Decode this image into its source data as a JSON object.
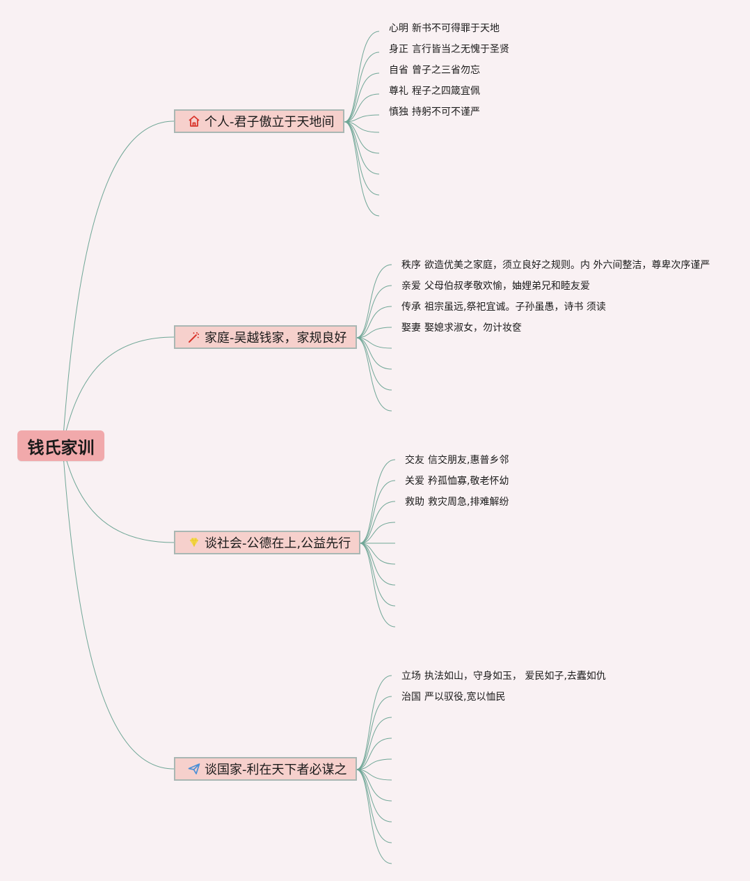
{
  "root": {
    "label": "钱氏家训"
  },
  "branches": [
    {
      "label": "个人-君子傲立于天地间",
      "icon": "house-icon",
      "leaves": [
        {
          "key": "心明",
          "text": "新书不可得罪于天地"
        },
        {
          "key": "身正",
          "text": "言行皆当之无愧于圣贤"
        },
        {
          "key": "自省",
          "text": "曾子之三省勿忘"
        },
        {
          "key": "尊礼",
          "text": "程子之四箴宜佩"
        },
        {
          "key": "慎独",
          "text": "持躬不可不谨严"
        }
      ]
    },
    {
      "label": "家庭-吴越钱家，家规良好",
      "icon": "magic-wand-icon",
      "leaves": [
        {
          "key": "秩序",
          "text": "欲造优美之家庭，须立良好之规则。内 外六间整洁，尊卑次序谨严"
        },
        {
          "key": "亲爱",
          "text": "父母伯叔孝敬欢愉，妯娌弟兄和睦友爱"
        },
        {
          "key": "传承",
          "text": "祖宗虽远,祭祀宜诚。子孙虽愚，诗书 须读"
        },
        {
          "key": "娶妻",
          "text": "娶媳求淑女，勿计妆奁"
        }
      ]
    },
    {
      "label": "谈社会-公德在上,公益先行",
      "icon": "diamond-icon",
      "leaves": [
        {
          "key": "交友",
          "text": "信交朋友,惠普乡邻"
        },
        {
          "key": "关爱",
          "text": "矜孤恤寡,敬老怀幼"
        },
        {
          "key": "救助",
          "text": "救灾周急,排难解纷"
        }
      ]
    },
    {
      "label": "谈国家-利在天下者必谋之",
      "icon": "paper-plane-icon",
      "leaves": [
        {
          "key": "立场",
          "text": "执法如山，守身如玉， 爱民如子,去蠹如仇"
        },
        {
          "key": "治国",
          "text": "严以驭役,宽以恤民"
        }
      ]
    }
  ],
  "colors": {
    "background": "#f9f1f3",
    "root_fill": "#f1a9ab",
    "branch_fill": "#f6d0cc",
    "connector": "#6fa696"
  }
}
